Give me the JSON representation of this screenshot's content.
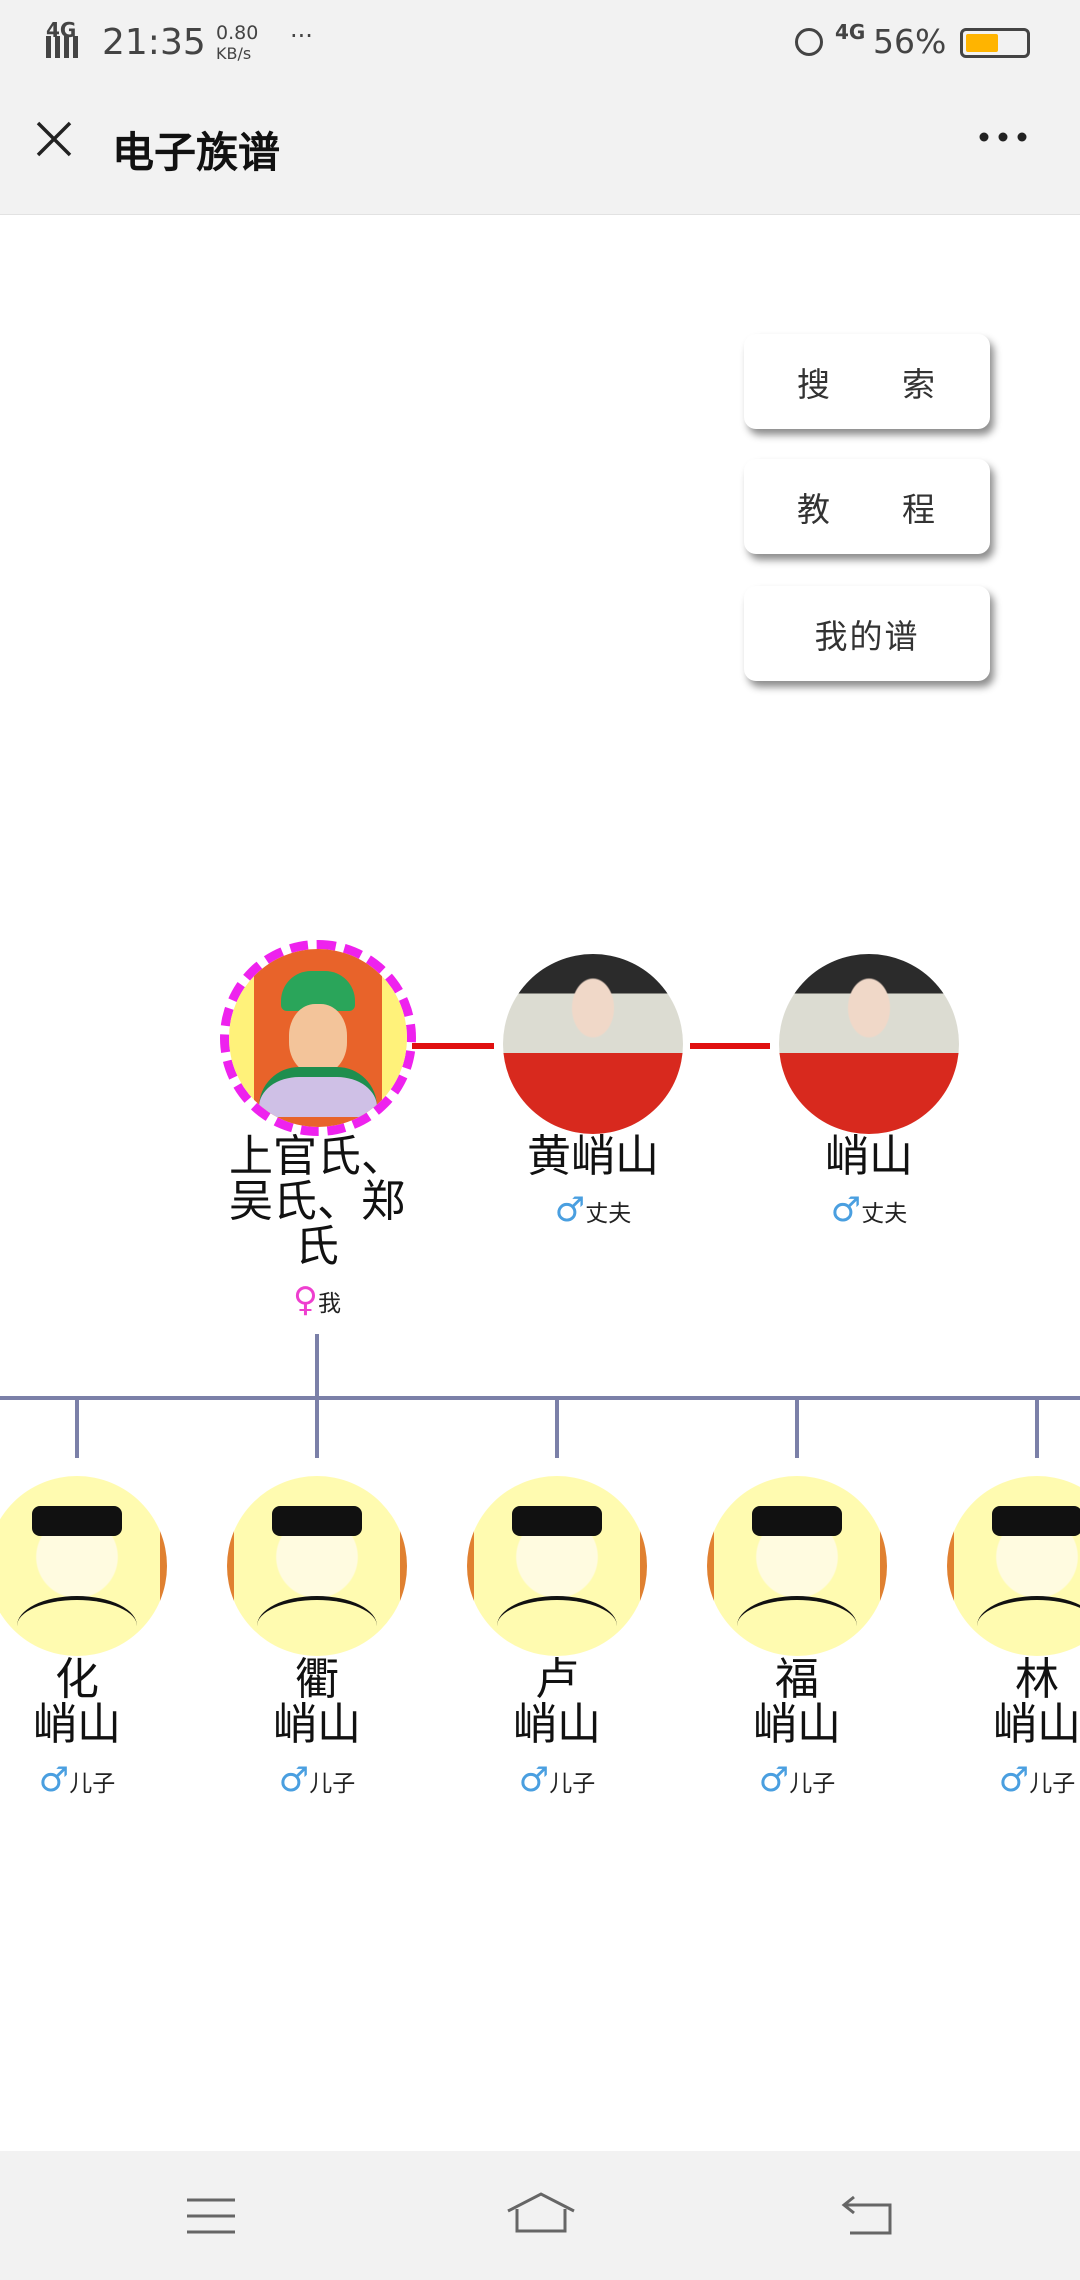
{
  "status_bar": {
    "network": "4G",
    "time": "21:35",
    "speed_value": "0.80",
    "speed_unit": "KB/s",
    "more": "···",
    "network_right": "4G",
    "battery": "56%",
    "battery_level": 0.56
  },
  "header": {
    "title": "电子族谱",
    "close_icon": "close-icon",
    "more_icon": "more-icon"
  },
  "menu": {
    "search": "搜　　索",
    "tutorial": "教　　程",
    "my_tree": "我的谱"
  },
  "colors": {
    "spouse_line": "#e01010",
    "tree_line": "#7b80a8",
    "self_ring": "#ee22ee"
  },
  "self": {
    "name": [
      "上官氏、",
      "吴氏、郑",
      "氏"
    ],
    "gender_symbol": "♀",
    "relation": "我"
  },
  "spouses": [
    {
      "name": "黄峭山",
      "gender_symbol": "♂",
      "relation": "丈夫"
    },
    {
      "name": "峭山",
      "gender_symbol": "♂",
      "relation": "丈夫"
    }
  ],
  "children": [
    {
      "name1": "化",
      "name2": "峭山",
      "gender_symbol": "♂",
      "relation": "儿子"
    },
    {
      "name1": "衢",
      "name2": "峭山",
      "gender_symbol": "♂",
      "relation": "儿子"
    },
    {
      "name1": "卢",
      "name2": "峭山",
      "gender_symbol": "♂",
      "relation": "儿子"
    },
    {
      "name1": "福",
      "name2": "峭山",
      "gender_symbol": "♂",
      "relation": "儿子"
    },
    {
      "name1": "林",
      "name2": "峭山",
      "gender_symbol": "♂",
      "relation": "儿子"
    }
  ]
}
